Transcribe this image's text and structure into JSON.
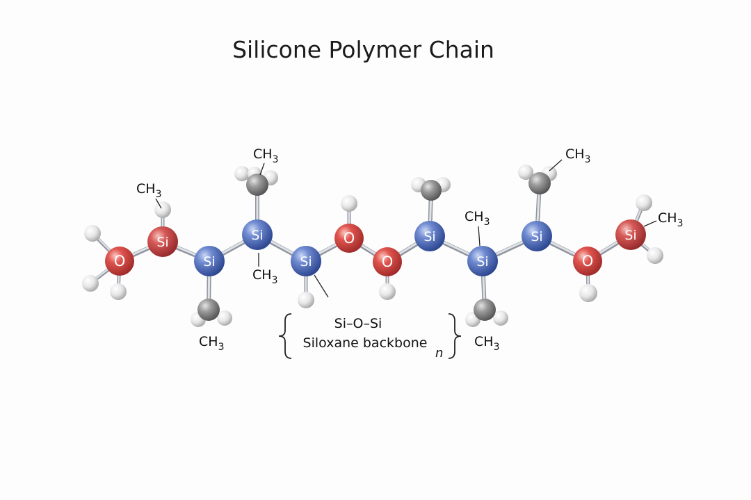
{
  "title": "Silicone Polymer Chain",
  "atoms": {
    "si_symbol": "Si",
    "o_symbol": "O"
  },
  "groups": {
    "ch3_main": "CH",
    "ch3_sub": "3"
  },
  "annotation": {
    "line1": "Si–O–Si",
    "line2": "Siloxane backbone",
    "repeat": "n"
  },
  "colors": {
    "silicon_blue": "#4a68b4",
    "silicon_red": "#c8474a",
    "oxygen": "#d9413f",
    "carbon": "#8e8e8e",
    "hydrogen": "#e6e6e6",
    "bond": "#b8bcc4",
    "text": "#111111"
  }
}
